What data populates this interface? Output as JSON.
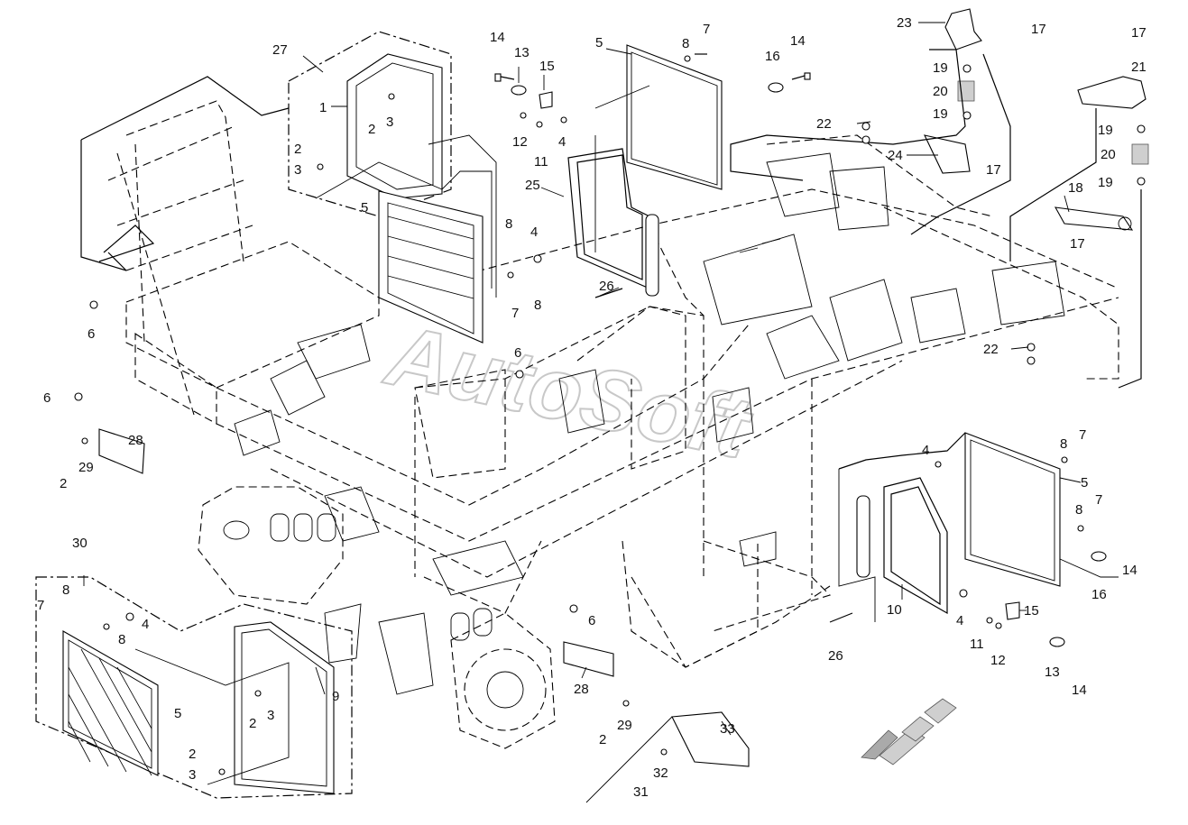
{
  "watermark": "AutoSoft",
  "callouts": {
    "c27": "27",
    "c1": "1",
    "c3a": "3",
    "c2a": "2",
    "c2b": "2",
    "c3b": "3",
    "c5a": "5",
    "c8a": "8",
    "c4a": "4",
    "c7a": "7",
    "c8b": "8",
    "c14a": "14",
    "c13a": "13",
    "c15a": "15",
    "c12a": "12",
    "c4b": "4",
    "c11a": "11",
    "c5b": "5",
    "c8c": "8",
    "c7b": "7",
    "c25": "25",
    "c26a": "26",
    "c16a": "16",
    "c14b": "14",
    "c23": "23",
    "c17a": "17",
    "c19a": "19",
    "c20a": "20",
    "c19b": "19",
    "c22a": "22",
    "c24": "24",
    "c17b": "17",
    "c17c": "17",
    "c21": "21",
    "c19c": "19",
    "c20b": "20",
    "c19d": "19",
    "c18": "18",
    "c17d": "17",
    "c22b": "22",
    "c6a": "6",
    "c6b": "6",
    "c6c": "6",
    "c6d": "6",
    "c28a": "28",
    "c29a": "29",
    "c2c": "2",
    "c30": "30",
    "c7c": "7",
    "c8d": "8",
    "c4c": "4",
    "c8e": "8",
    "c5c": "5",
    "c2d": "2",
    "c3c": "3",
    "c9": "9",
    "c2e": "2",
    "c3d": "3",
    "c28b": "28",
    "c29b": "29",
    "c2f": "2",
    "c33": "33",
    "c32": "32",
    "c31": "31",
    "c4d": "4",
    "c8f": "8",
    "c7d": "7",
    "c5d": "5",
    "c8g": "8",
    "c7e": "7",
    "c14c": "14",
    "c16b": "16",
    "c10": "10",
    "c26b": "26",
    "c4e": "4",
    "c15b": "15",
    "c11b": "11",
    "c12b": "12",
    "c13b": "13",
    "c14d": "14"
  }
}
